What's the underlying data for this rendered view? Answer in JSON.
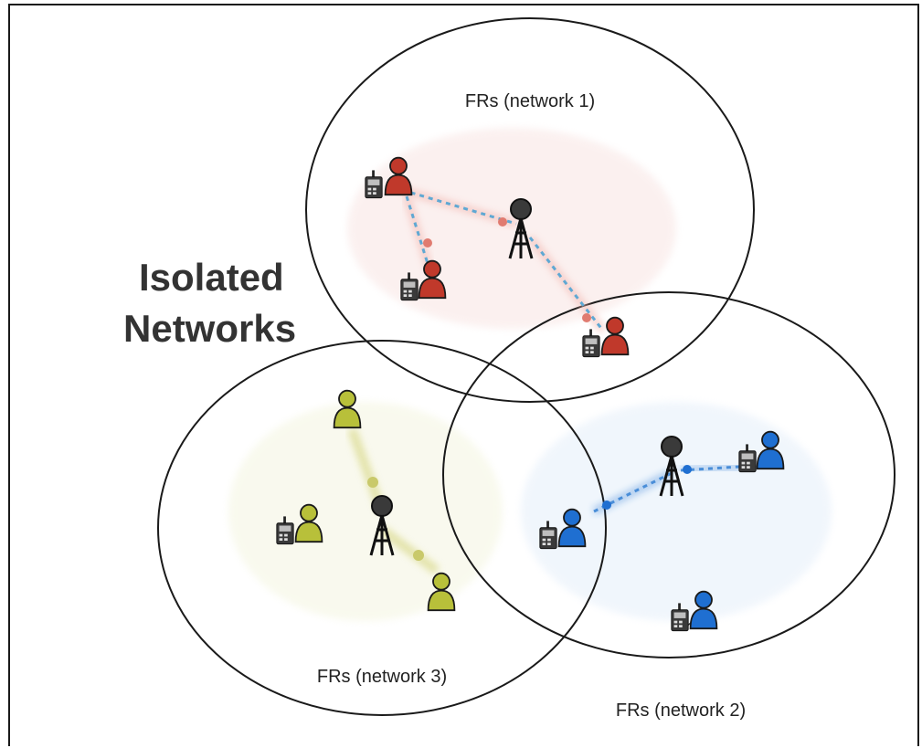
{
  "title_lines": [
    "Isolated",
    "Networks"
  ],
  "networks": [
    {
      "label": "FRs (network 1)",
      "color": "#c0392b"
    },
    {
      "label": "FRs (network 2)",
      "color": "#1f6fd1"
    },
    {
      "label": "FRs (network 3)",
      "color": "#b8c03a"
    }
  ],
  "colors": {
    "tower": "#222222",
    "radio": "#333333",
    "circle_stroke": "#1a1a1a"
  },
  "icons": {
    "responder": "person-icon",
    "radio": "radio-handset-icon",
    "tower": "radio-tower-icon"
  }
}
